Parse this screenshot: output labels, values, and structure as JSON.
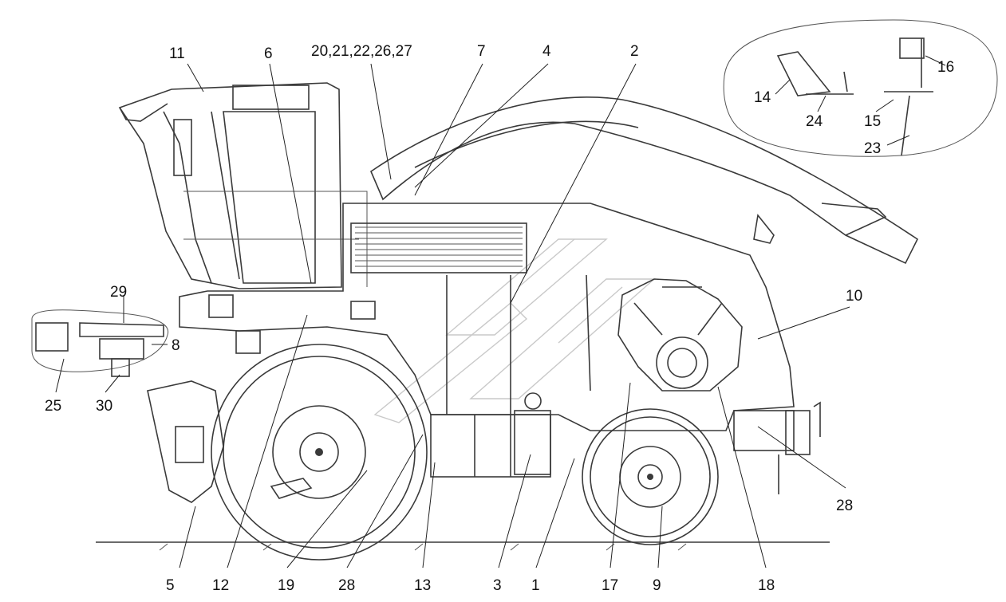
{
  "callouts": {
    "c1": "1",
    "c2": "2",
    "c3": "3",
    "c4": "4",
    "c5": "5",
    "c6": "6",
    "c7": "7",
    "c8": "8",
    "c9": "9",
    "c10": "10",
    "c11": "11",
    "c12": "12",
    "c13": "13",
    "c14": "14",
    "c15": "15",
    "c16": "16",
    "c17": "17",
    "c18": "18",
    "c19": "19",
    "c20": "20,21,22,26,27",
    "c23": "23",
    "c24": "24",
    "c25": "25",
    "c28a": "28",
    "c28b": "28",
    "c29": "29",
    "c30": "30"
  }
}
